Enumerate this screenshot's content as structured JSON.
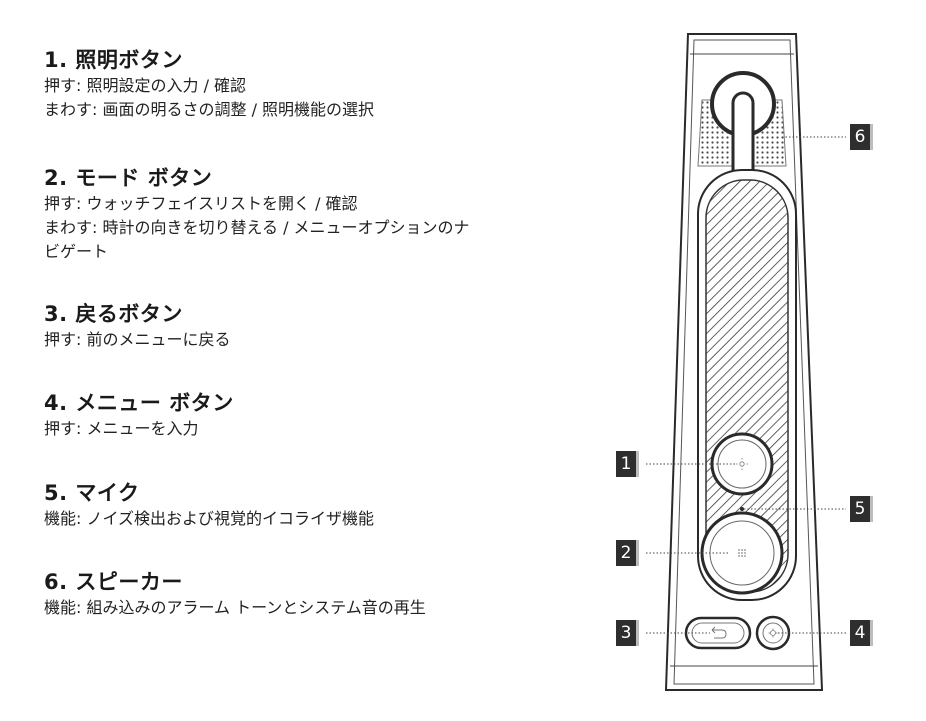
{
  "sections": [
    {
      "title": "1. 照明ボタン",
      "lines": [
        "押す: 照明設定の入力 / 確認",
        "まわす: 画面の明るさの調整 / 照明機能の選択"
      ]
    },
    {
      "title": "2. モード ボタン",
      "lines": [
        "押す: ウォッチフェイスリストを開く / 確認",
        "まわす: 時計の向きを切り替える / メニューオプションのナ",
        "ビゲート"
      ]
    },
    {
      "title": "3. 戻るボタン",
      "lines": [
        "押す: 前のメニューに戻る"
      ]
    },
    {
      "title": "4. メニュー ボタン",
      "lines": [
        "押す: メニューを入力"
      ]
    },
    {
      "title": "5. マイク",
      "lines": [
        "機能: ノイズ検出および視覚的イコライザ機能"
      ]
    },
    {
      "title": "6. スピーカー",
      "lines": [
        "機能: 組み込みのアラーム トーンとシステム音の再生"
      ]
    }
  ],
  "callouts": {
    "c1": "1",
    "c2": "2",
    "c3": "3",
    "c4": "4",
    "c5": "5",
    "c6": "6"
  },
  "colors": {
    "callout_bg": "#2e2e2e",
    "device_stroke": "#2a2a2a",
    "leader": "#444444"
  }
}
